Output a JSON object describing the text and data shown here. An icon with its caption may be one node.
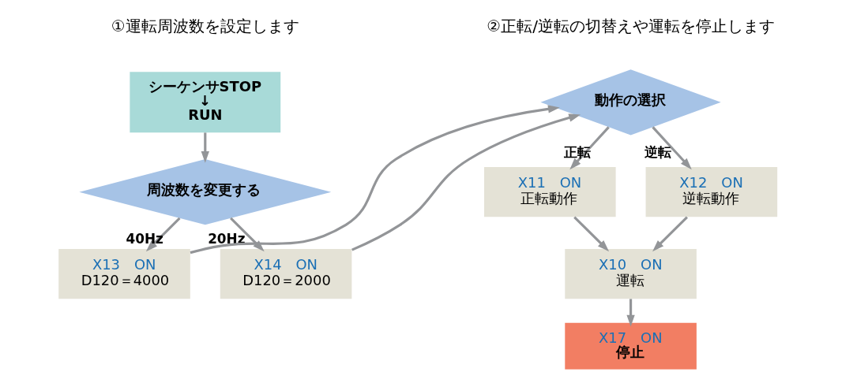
{
  "diagram": {
    "nodes": [
      {
        "text": [
          "シーケンサSTOP ↓ RUN"
        ]
      },
      {
        "text": [
          "周波数を変更する"
        ]
      },
      {
        "text": [
          "X13　ON",
          "D120＝4000"
        ]
      },
      {
        "text": [
          "X14　ON",
          "D120＝2000"
        ]
      },
      {
        "text": [
          "動作の選択"
        ]
      },
      {
        "text": [
          "X11　ON",
          "正転動作"
        ]
      },
      {
        "text": [
          "X12　ON",
          "逆転動作"
        ]
      },
      {
        "text": [
          "X10　ON",
          "運転"
        ]
      },
      {
        "text": [
          "X17　ON",
          "停止"
        ]
      }
    ],
    "edges": [
      {
        "from": 0,
        "to": 1,
        "arrow": "to"
      },
      {
        "from": 1,
        "to": 2,
        "arrow": "to",
        "label": "40Hz"
      },
      {
        "from": 1,
        "to": 3,
        "arrow": "to",
        "label": "20Hz"
      },
      {
        "from": 2,
        "to": 4,
        "arrow": "to"
      },
      {
        "from": 3,
        "to": 4,
        "arrow": "to"
      },
      {
        "from": 4,
        "to": 5,
        "arrow": "to",
        "label": "正転"
      },
      {
        "from": 4,
        "to": 6,
        "arrow": "to",
        "label": "逆転"
      },
      {
        "from": 5,
        "to": 7,
        "arrow": "to"
      },
      {
        "from": 6,
        "to": 7,
        "arrow": "to"
      },
      {
        "from": 7,
        "to": 8,
        "arrow": "to"
      }
    ],
    "labels": [
      "①運転周波数を設定します",
      "②正転/逆転の切替えや運転を停止します"
    ]
  }
}
